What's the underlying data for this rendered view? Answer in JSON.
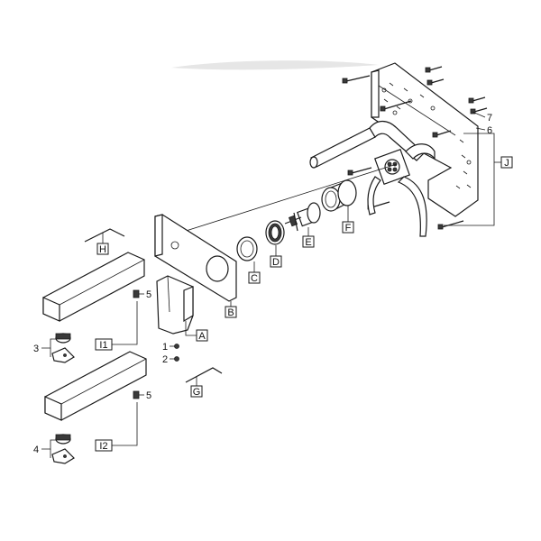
{
  "callouts": {
    "A": "A",
    "B": "B",
    "C": "C",
    "D": "D",
    "E": "E",
    "F": "F",
    "G": "G",
    "H": "H",
    "I1": "I1",
    "I2": "I2",
    "J": "J",
    "n1": "1",
    "n2": "2",
    "n3": "3",
    "n4": "4",
    "n5a": "5",
    "n5b": "5",
    "n6": "6",
    "n7": "7"
  }
}
